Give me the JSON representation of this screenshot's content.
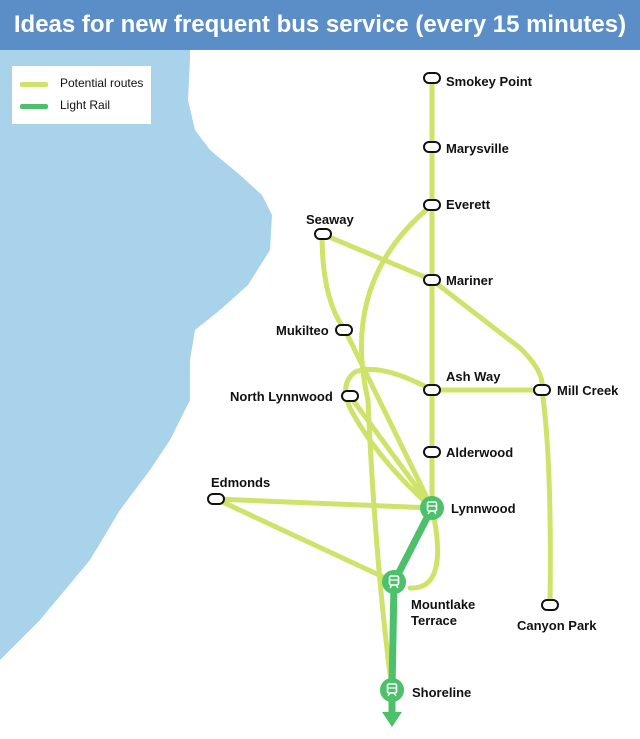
{
  "title": "Ideas for new frequent bus service (every 15 minutes)",
  "legend": [
    {
      "label": "Potential routes",
      "color": "#cfe36b"
    },
    {
      "label": "Light Rail",
      "color": "#4cc06a"
    }
  ],
  "colors": {
    "water": "#a9d3ea",
    "land": "#ffffff",
    "bus_route": "#cfe36b",
    "light_rail": "#4cc06a",
    "station_fill": "#4cc06a",
    "title_bar": "#5b8ec7"
  },
  "stops": {
    "smokey_point": "Smokey Point",
    "marysville": "Marysville",
    "everett": "Everett",
    "seaway": "Seaway",
    "mariner": "Mariner",
    "mukilteo": "Mukilteo",
    "ash_way": "Ash Way",
    "mill_creek": "Mill Creek",
    "north_lynnwood": "North Lynnwood",
    "alderwood": "Alderwood",
    "edmonds": "Edmonds",
    "lynnwood": "Lynnwood",
    "mountlake_terrace": "Mountlake\nTerrace",
    "canyon_park": "Canyon Park",
    "shoreline": "Shoreline"
  },
  "icons": {
    "light_rail_station": "train-icon",
    "bus_stop": "bus-stop-icon",
    "direction": "arrow-down-icon"
  }
}
